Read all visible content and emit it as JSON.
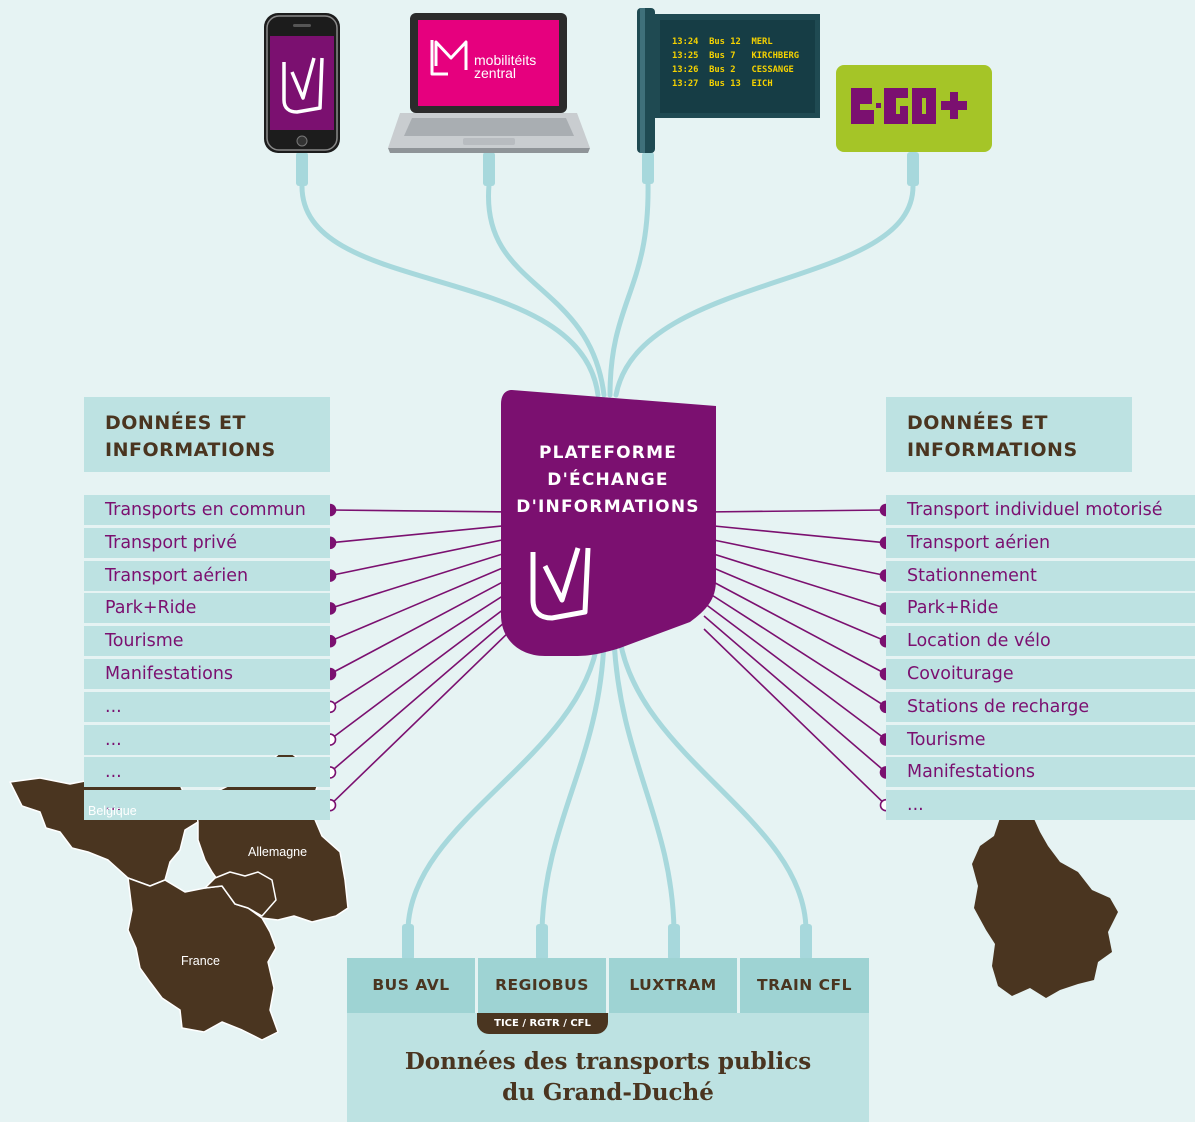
{
  "devices": {
    "laptop_brand": "mobilitéits\nzentral",
    "bus_board": [
      "13:24  Bus 12  MERL",
      "13:25  Bus 7   KIRCHBERG",
      "13:26  Bus 2   CESSANGE",
      "13:27  Bus 13  EICH"
    ],
    "ego_logo": "e·GO+"
  },
  "platform": {
    "title": "PLATEFORME\nD'ÉCHANGE\nD'INFORMATIONS"
  },
  "left_panel": {
    "heading": "DONNÉES ET\nINFORMATIONS",
    "items": [
      "Transports en commun",
      "Transport privé",
      "Transport aérien",
      "Park+Ride",
      "Tourisme",
      "Manifestations",
      "...",
      "...",
      "...",
      "..."
    ]
  },
  "right_panel": {
    "heading": "DONNÉES ET\nINFORMATIONS",
    "items": [
      "Transport individuel motorisé",
      "Transport aérien",
      "Stationnement",
      "Park+Ride",
      "Location de vélo",
      "Covoiturage",
      "Stations de recharge",
      "Tourisme",
      "Manifestations",
      "..."
    ]
  },
  "maps": {
    "belgique": "Belgique",
    "allemagne": "Allemagne",
    "france": "France"
  },
  "bottom": {
    "tabs": [
      "BUS AVL",
      "REGIOBUS",
      "LUXTRAM",
      "TRAIN CFL"
    ],
    "regiobus_sub": "TICE / RGTR / CFL",
    "title": "Données des transports publics\ndu Grand-Duché"
  },
  "colors": {
    "background": "#e6f3f3",
    "panel": "#bde2e2",
    "tab": "#9ed3d3",
    "purple": "#7b1070",
    "magenta": "#e6007e",
    "brown": "#4a3520",
    "cable": "#a7d8dc",
    "ego_green": "#a5c527",
    "board_text": "#f5d200"
  }
}
